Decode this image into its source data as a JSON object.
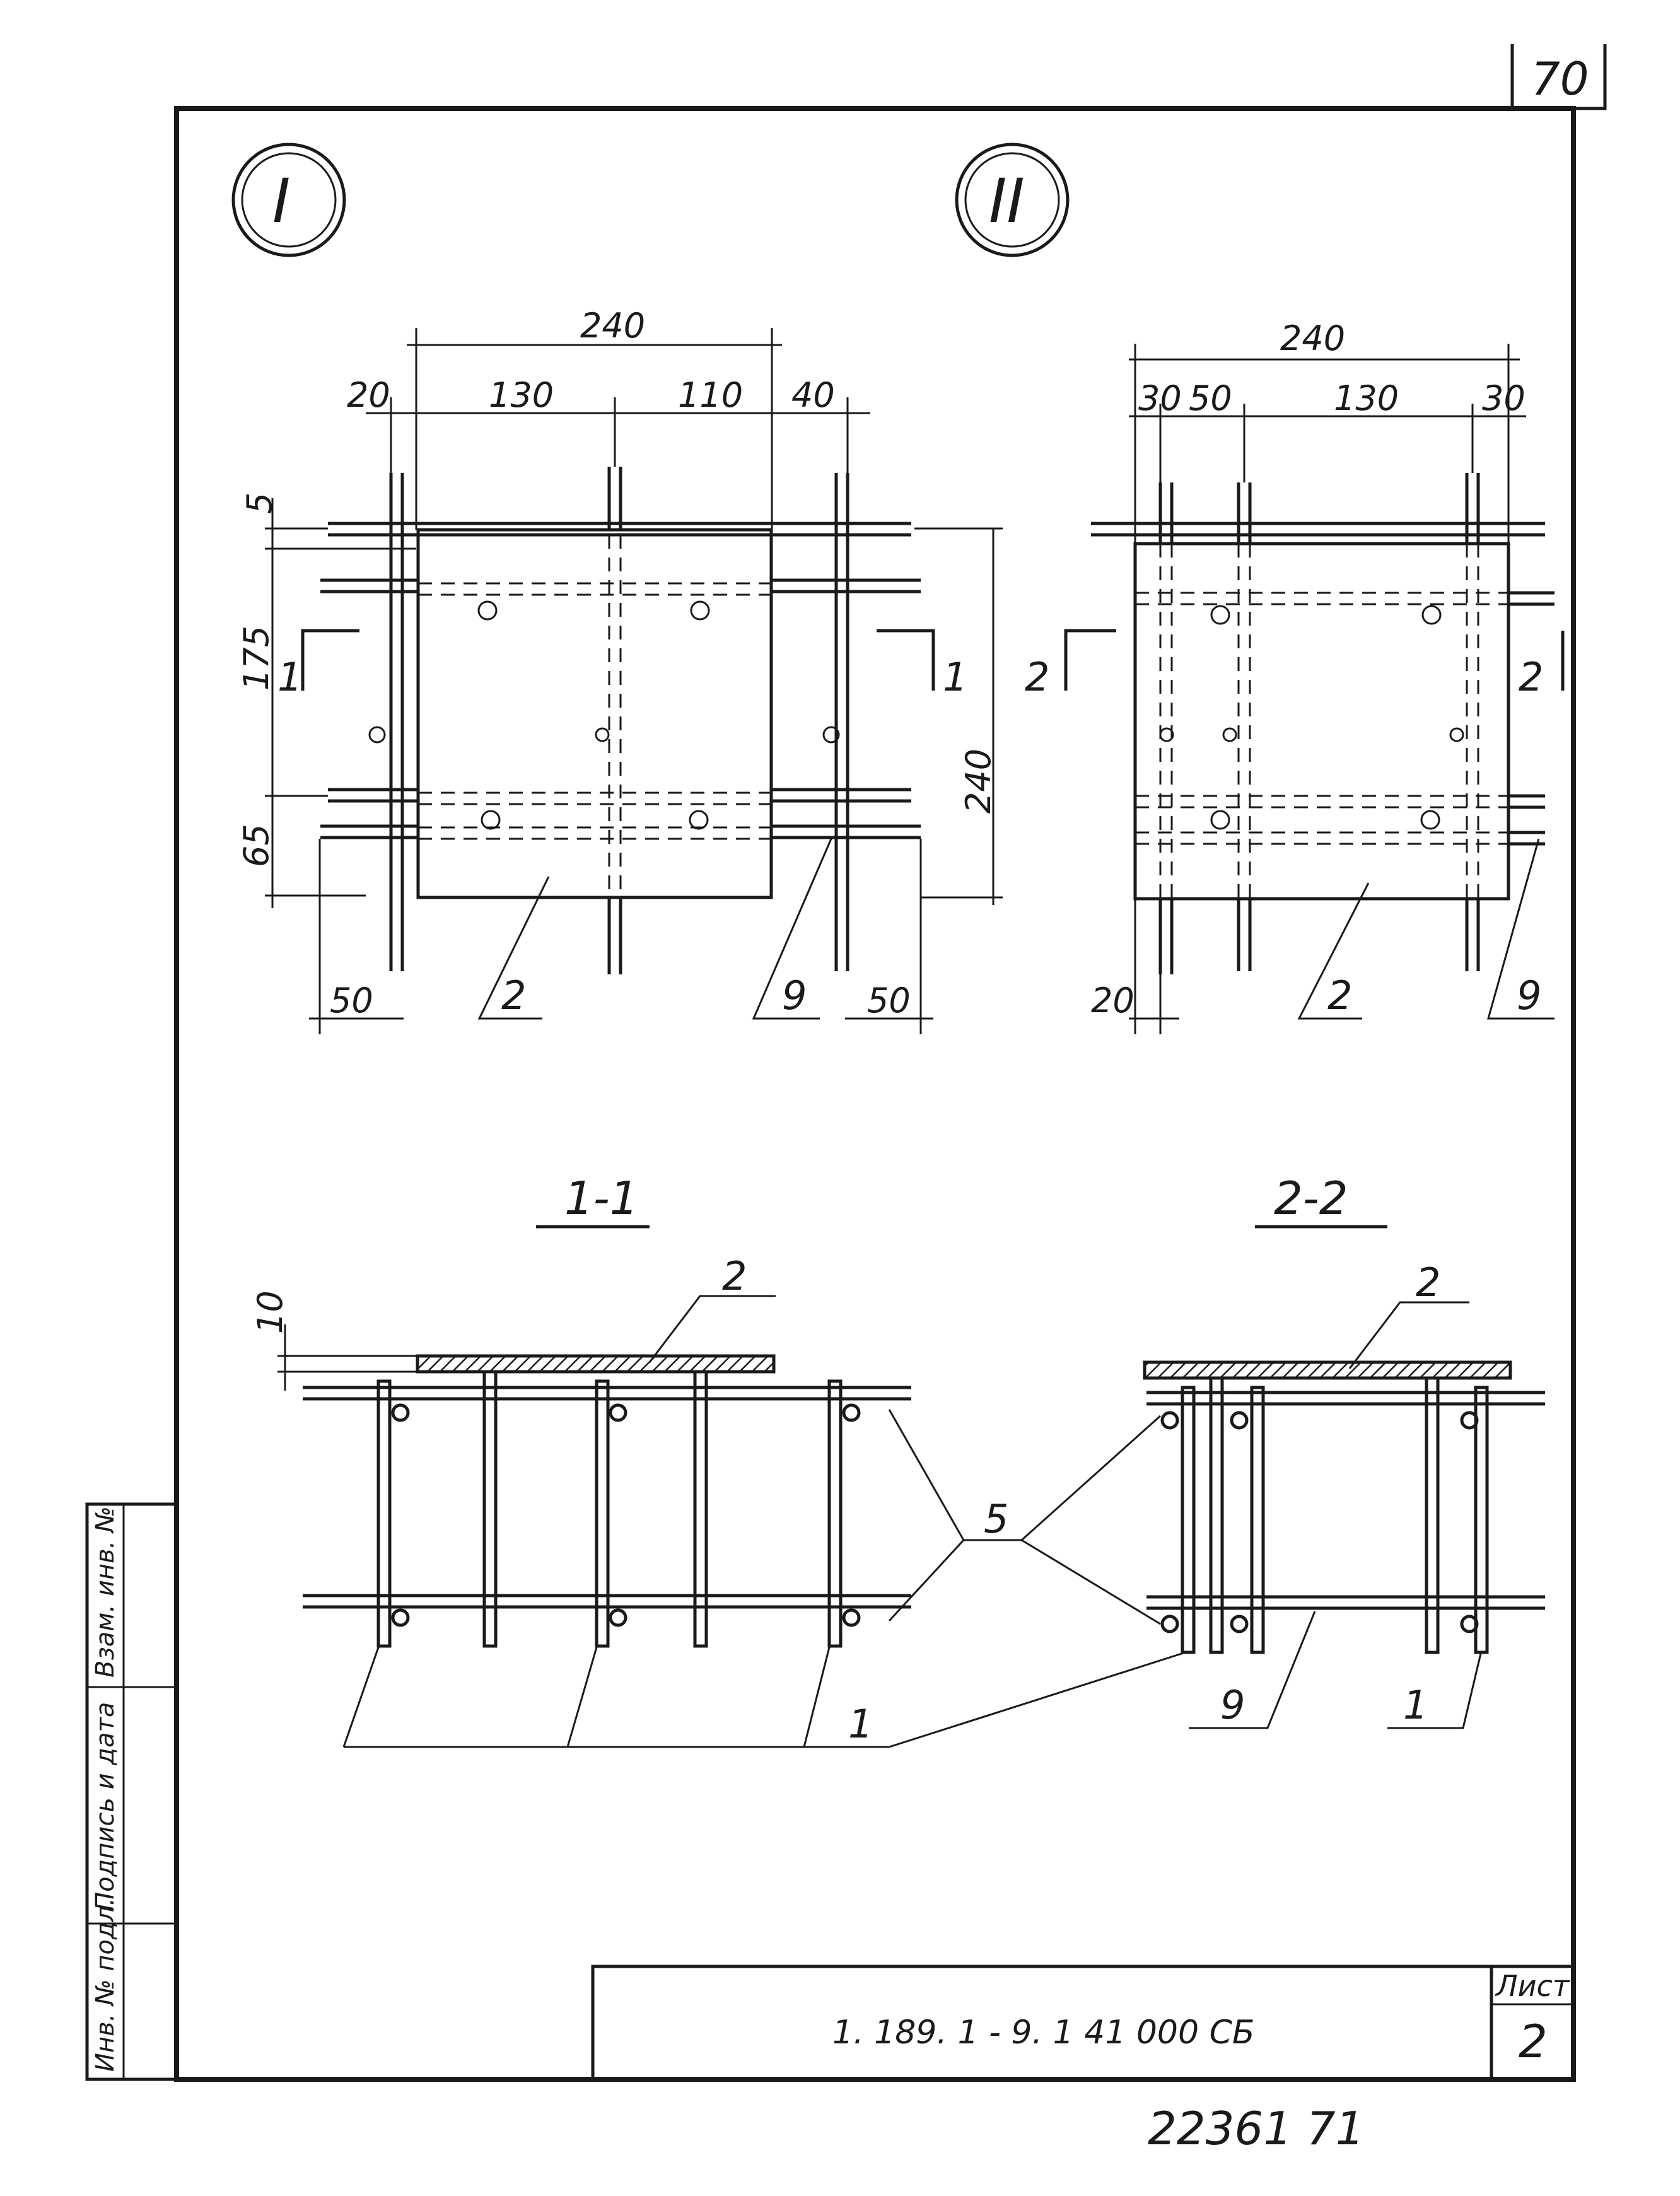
{
  "sheet_number_top": "70",
  "views": {
    "view1_marker": "I",
    "view2_marker": "II"
  },
  "view1_dims": {
    "overall_top": "240",
    "top_left": "20",
    "top_mid_left": "130",
    "top_mid_right": "110",
    "top_right": "40",
    "left_top": "5",
    "left_mid": "175",
    "left_bottom": "65",
    "right_height": "240",
    "bottom_left": "50",
    "bottom_right": "50",
    "section_mark_left": "1",
    "section_mark_right": "1",
    "callout_plate": "2",
    "callout_bar": "9"
  },
  "view2_dims": {
    "overall_top": "240",
    "top_a": "30",
    "top_b": "50",
    "top_c": "130",
    "top_d": "30",
    "bottom_left": "20",
    "section_mark_left": "2",
    "section_mark_right": "2",
    "callout_plate": "2",
    "callout_bar": "9"
  },
  "sections": {
    "s1_title": "1-1",
    "s2_title": "2-2",
    "s1_plate_thickness": "10",
    "s1_plate_callout": "2",
    "s2_plate_callout": "2",
    "bar_callout_5": "5",
    "bar_callout_1_left": "1",
    "bar_callout_9": "9",
    "bar_callout_1_right": "1"
  },
  "side_stamp": {
    "col1": "Инв. № подл.",
    "col2": "Подпись и дата",
    "col3": "Взам. инв. №"
  },
  "title_block": {
    "sheet_label": "Лист",
    "doc_code": "1. 189. 1 - 9. 1   41 000  СБ",
    "sheet_value": "2"
  },
  "bottom_number": "22361  71"
}
